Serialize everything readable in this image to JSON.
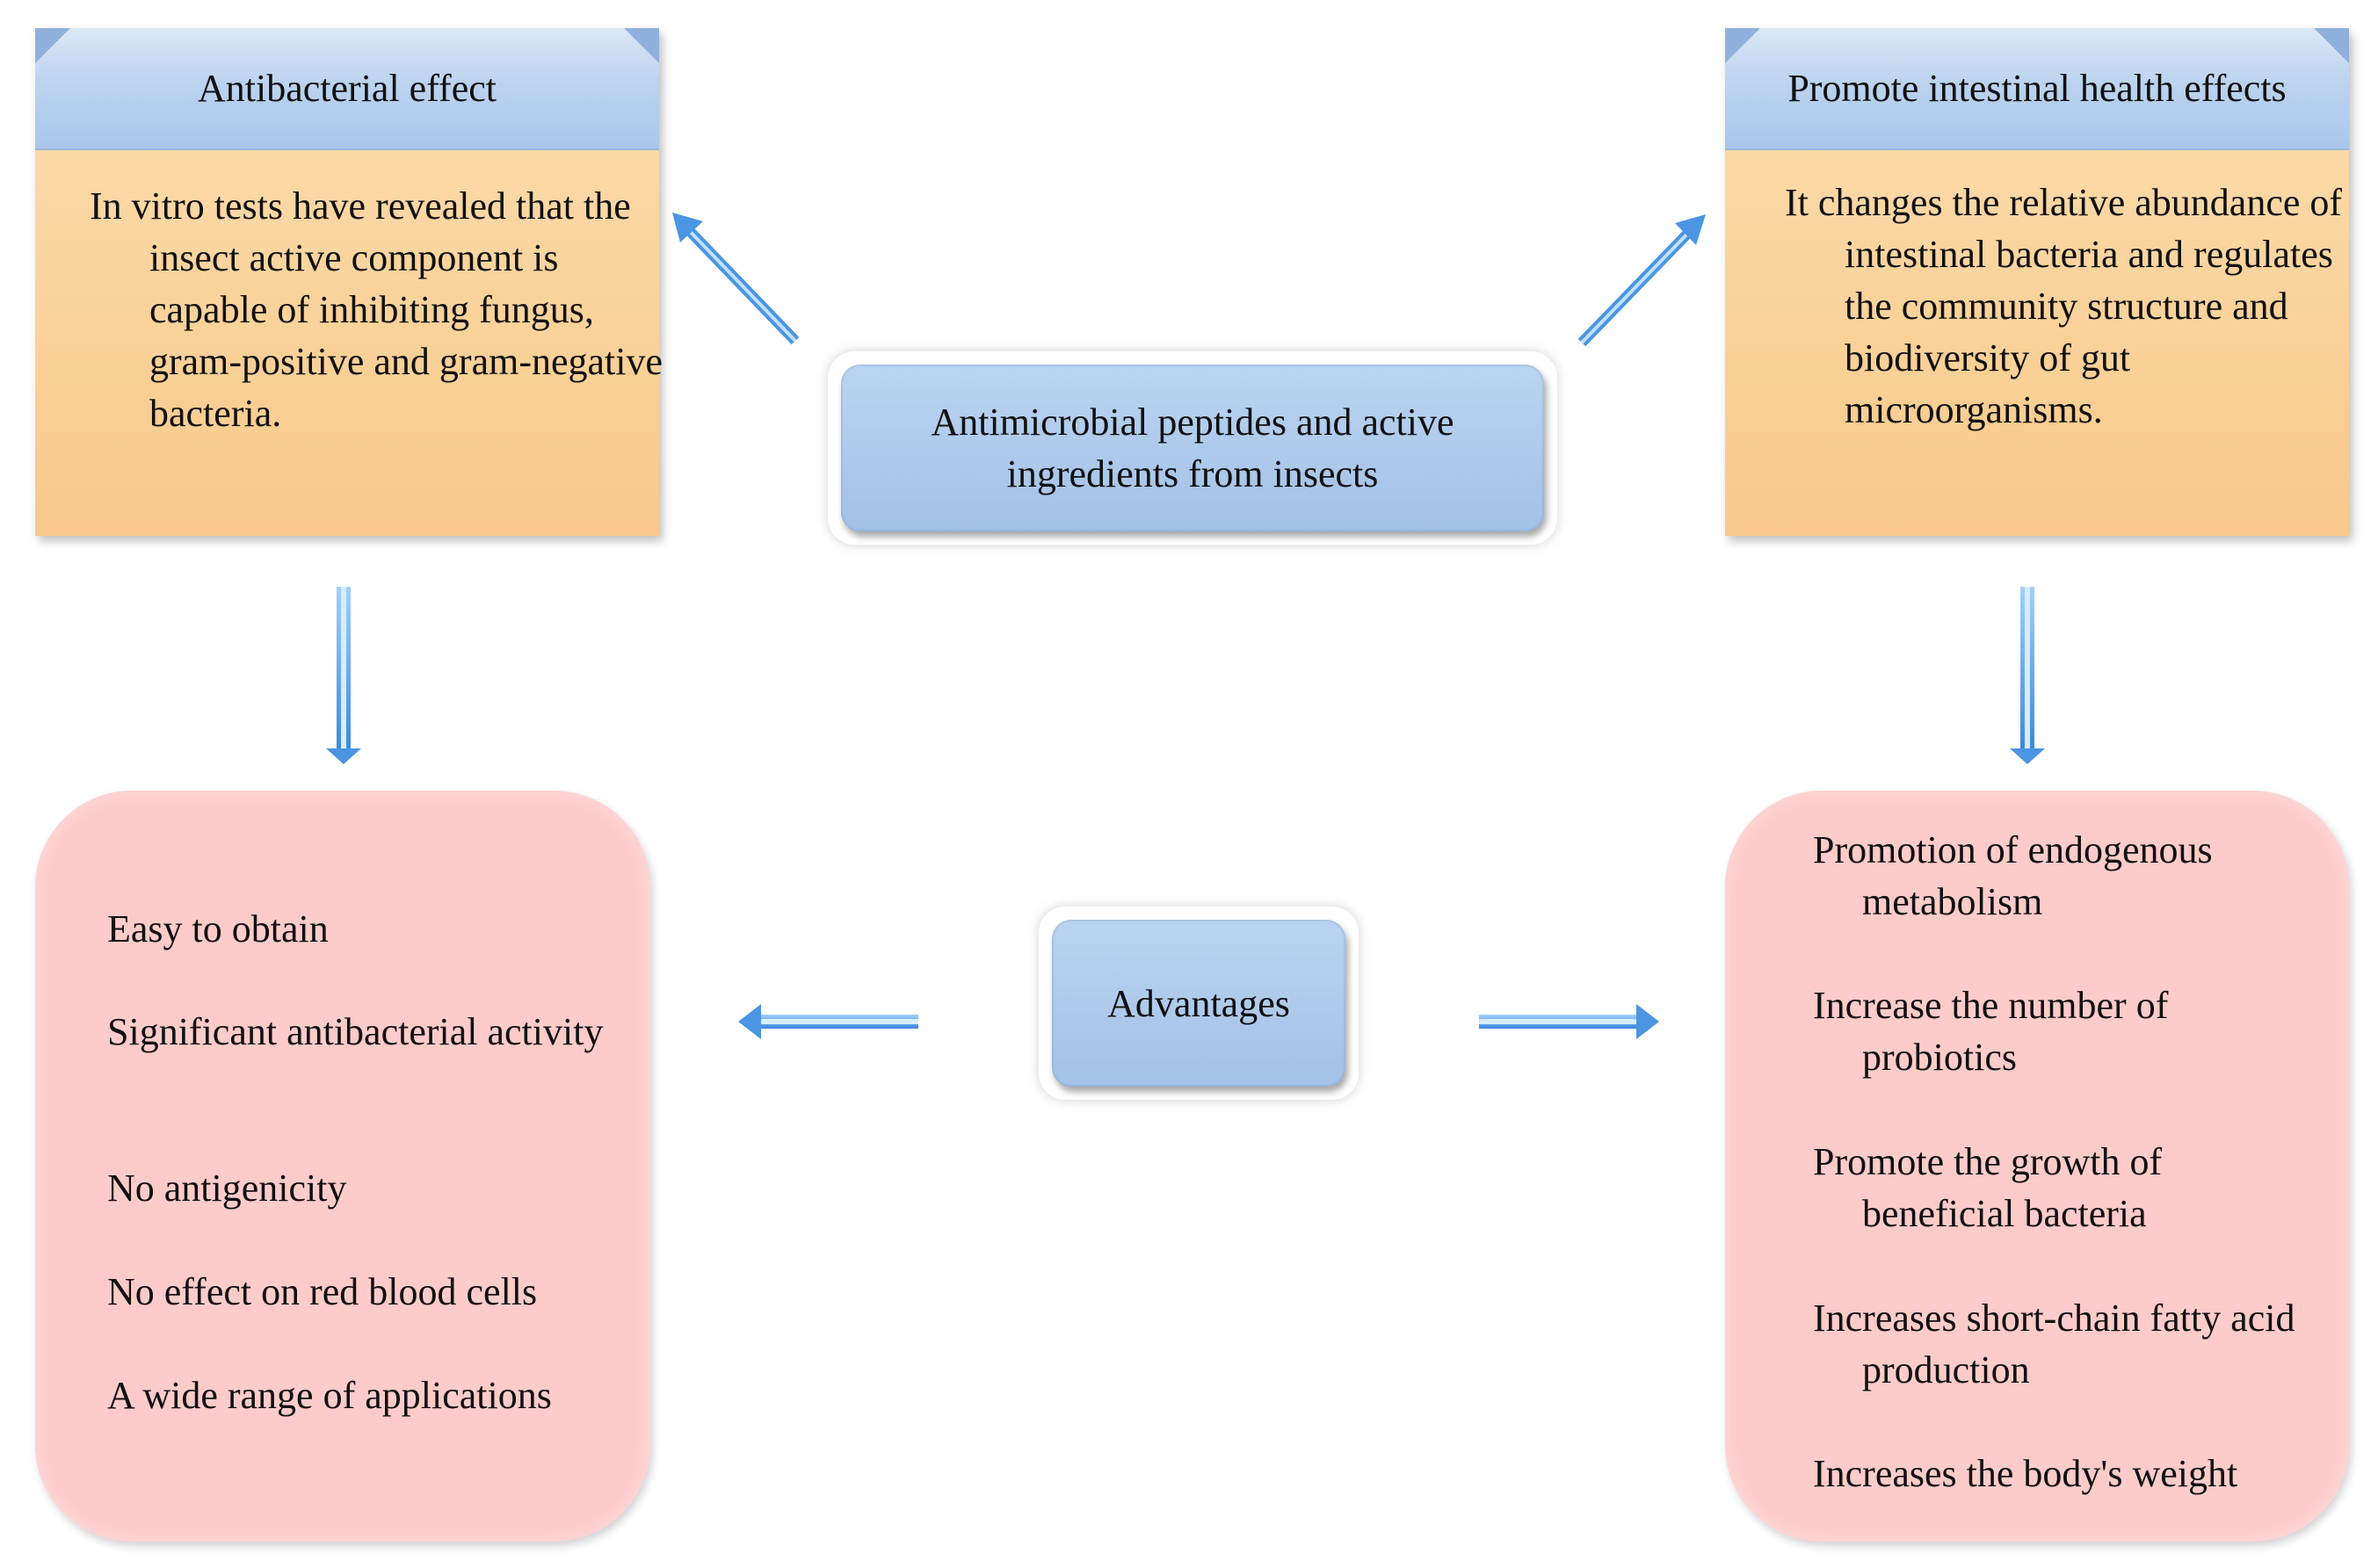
{
  "left_card": {
    "title": "Antibacterial effect",
    "body": "In vitro tests have revealed that the insect active component is capable of inhibiting fungus, gram-positive and gram-negative bacteria."
  },
  "right_card": {
    "title": "Promote intestinal health effects",
    "body": "It changes the relative abundance of intestinal bacteria and regulates the community structure and biodiversity of gut microorganisms."
  },
  "center_top": {
    "label": "Antimicrobial peptides and active ingredients from insects"
  },
  "center_mid": {
    "label": "Advantages"
  },
  "left_list": [
    "Easy to obtain",
    "Significant antibacterial activity",
    "No antigenicity",
    "No effect on red blood cells",
    "A wide range of applications"
  ],
  "right_list": [
    "Promotion of endogenous metabolism",
    "Increase the number of probiotics",
    "Promote the growth of beneficial bacteria",
    "Increases short-chain fatty acid production",
    "Increases the body's weight"
  ],
  "colors": {
    "arrow": "#5aa0e6",
    "header_blue": "#bcd3ef",
    "body_orange": "#f8c98a",
    "list_pink": "#fecbcb"
  }
}
